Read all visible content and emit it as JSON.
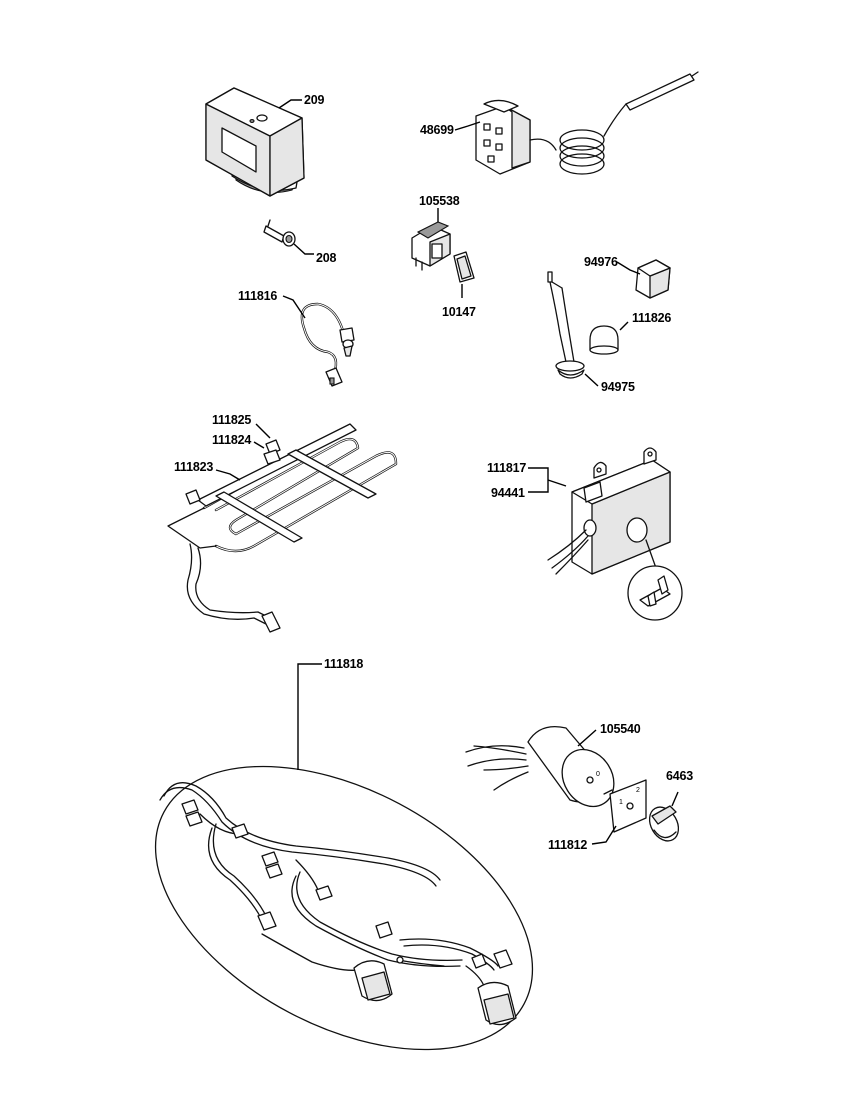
{
  "parts": {
    "p209": "209",
    "p208": "208",
    "p48699": "48699",
    "p105538": "105538",
    "p10147": "10147",
    "p94976": "94976",
    "p111826": "111826",
    "p94975": "94975",
    "p111816": "111816",
    "p111825": "111825",
    "p111824": "111824",
    "p111823": "111823",
    "p111817": "111817",
    "p94441": "94441",
    "p111818": "111818",
    "p105540": "105540",
    "p6463": "6463",
    "p111812": "111812"
  },
  "dial_marks": {
    "zero": "0",
    "one": "1",
    "two": "2"
  }
}
